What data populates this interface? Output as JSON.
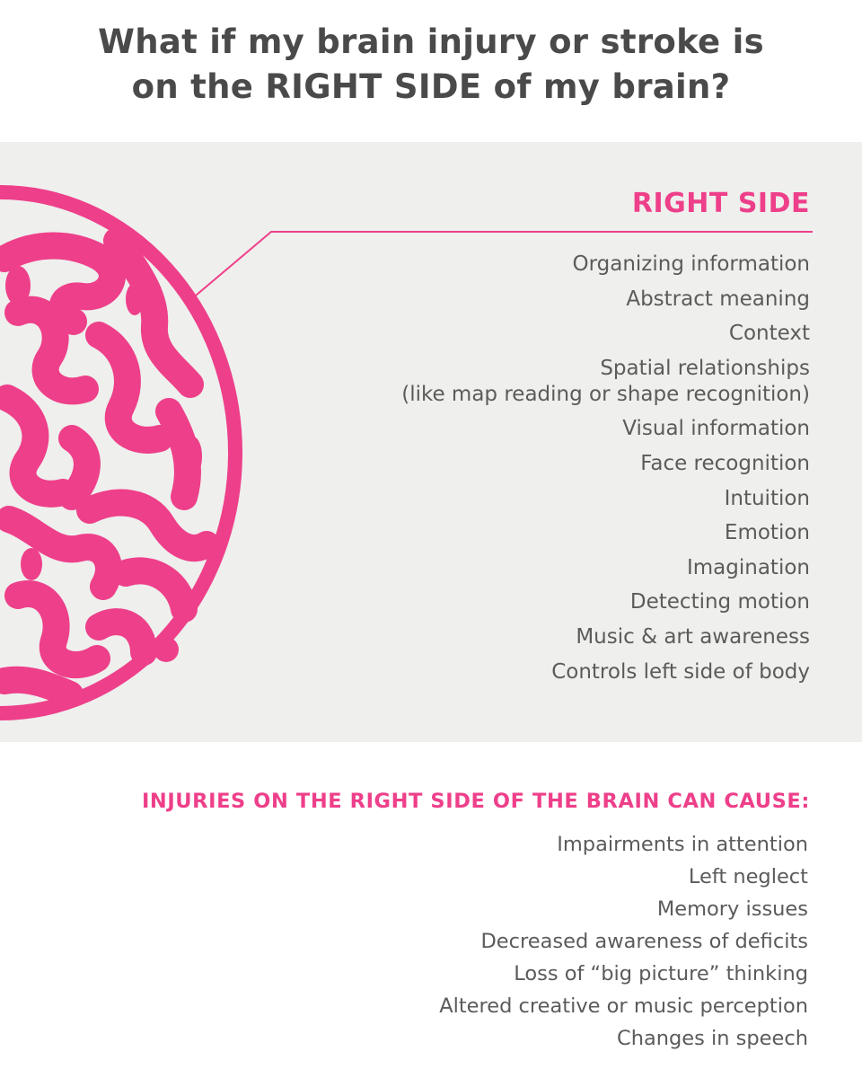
{
  "title": {
    "line1": "What if my brain injury or stroke is",
    "line2": "on the RIGHT SIDE of my brain?"
  },
  "right_side": {
    "heading": "RIGHT SIDE",
    "functions": [
      "Organizing information",
      "Abstract meaning",
      "Context",
      "Spatial relationships",
      "(like map reading or shape recognition)",
      "Visual information",
      "Face recognition",
      "Intuition",
      "Emotion",
      "Imagination",
      "Detecting motion",
      "Music & art awareness",
      "Controls left side of body"
    ]
  },
  "injuries": {
    "heading": "INJURIES ON THE RIGHT SIDE OF THE BRAIN CAN CAUSE:",
    "items": [
      "Impairments in attention",
      "Left neglect",
      "Memory issues",
      "Decreased awareness of deficits",
      "Loss of “big picture” thinking",
      "Altered creative or music perception",
      "Changes in speech"
    ]
  },
  "colors": {
    "accent": "#ee3f8a",
    "text": "#5b5b5b",
    "title": "#4a4a4a",
    "panel": "#efefed"
  },
  "illustration": {
    "icon": "brain-right-hemisphere-icon"
  }
}
